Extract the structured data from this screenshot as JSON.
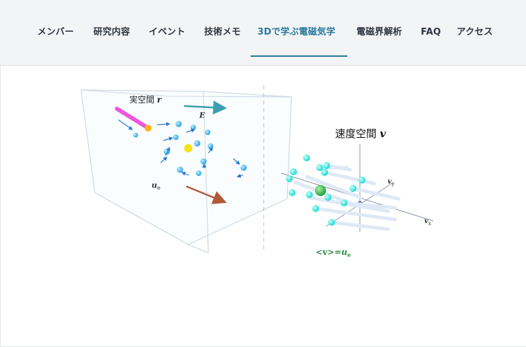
{
  "nav": {
    "items": [
      {
        "label": "メンバー",
        "active": false
      },
      {
        "label": "研究内容",
        "active": false
      },
      {
        "label": "イベント",
        "active": false
      },
      {
        "label": "技術メモ",
        "active": false
      },
      {
        "label": "3Dで学ぶ電磁気学",
        "active": true
      },
      {
        "label": "電磁界解析",
        "active": false
      },
      {
        "label": "FAQ",
        "active": false
      },
      {
        "label": "アクセス",
        "active": false
      }
    ]
  },
  "scene": {
    "real_space_label": "実空間",
    "real_space_var": "r",
    "efield_label": "E",
    "ue_label": "u",
    "ue_sub": "e",
    "velocity_space_label": "速度空間",
    "velocity_space_var": "v",
    "vy_label": "v",
    "vy_sub": "y",
    "vx_label": "v",
    "vx_sub": "x",
    "mean_v_label": "<v>=",
    "mean_v_rhs": "u",
    "mean_v_sub": "e",
    "colors": {
      "box_edge": "#c9d3de",
      "electron": "#3ab6ee",
      "ion": "#f7e21c",
      "trail": "#ee55dd",
      "trail_head": "#ffb21a",
      "efield_arrow": "#3a9fb0",
      "ue_arrow": "#b25a38",
      "vel_particle": "#22eedd",
      "mean_particle": "#22bb44",
      "axis": "#8a93a6"
    }
  }
}
